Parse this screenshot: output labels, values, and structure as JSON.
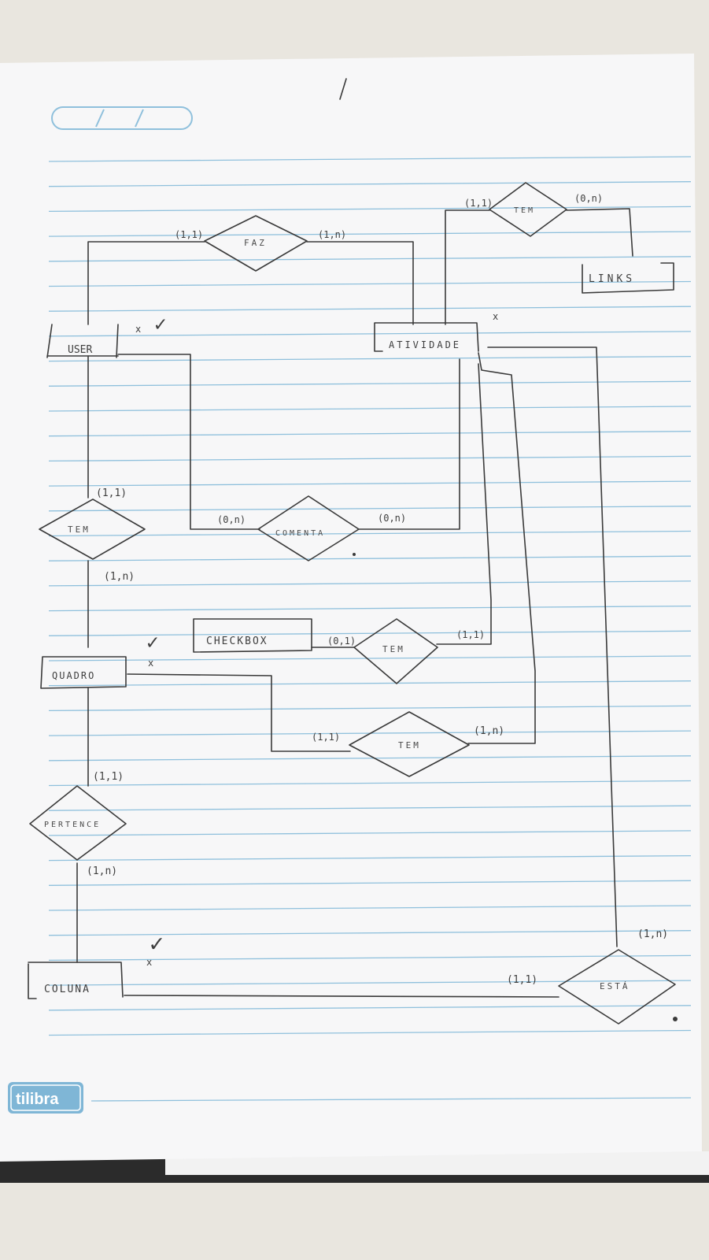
{
  "brand": {
    "name": "tilibra",
    "color": "#7fb6d6"
  },
  "entities": {
    "user": "USER",
    "atividade": "ATIVIDADE",
    "links": "LINKS",
    "quadro": "QUADRO",
    "checkbox": "CHECKBOX",
    "coluna": "COLUNA"
  },
  "relationships": {
    "faz": "FAZ",
    "tem_links": "TEM",
    "tem_quadro": "TEM",
    "comenta": "COMENTA",
    "tem_checkbox": "TEM",
    "tem_atividade": "TEM",
    "pertence": "PERTENCE",
    "esta": "ESTÁ"
  },
  "cardinalities": {
    "faz_user": "(1,1)",
    "faz_atividade": "(1,n)",
    "links_atividade": "(1,1)",
    "links_links": "(0,n)",
    "tem_user": "(1,1)",
    "tem_quadro": "(1,n)",
    "comenta_user": "(0,n)",
    "comenta_atividade": "(0,n)",
    "checkbox_checkbox": "(0,1)",
    "checkbox_atividade": "(1,1)",
    "quadro_atividade_q": "(1,1)",
    "quadro_atividade_a": "(1,n)",
    "pertence_quadro": "(1,1)",
    "pertence_coluna": "(1,n)",
    "esta_coluna": "(1,1)",
    "esta_atividade": "(1,n)"
  },
  "marks": {
    "check": "✓",
    "cross": "x"
  }
}
